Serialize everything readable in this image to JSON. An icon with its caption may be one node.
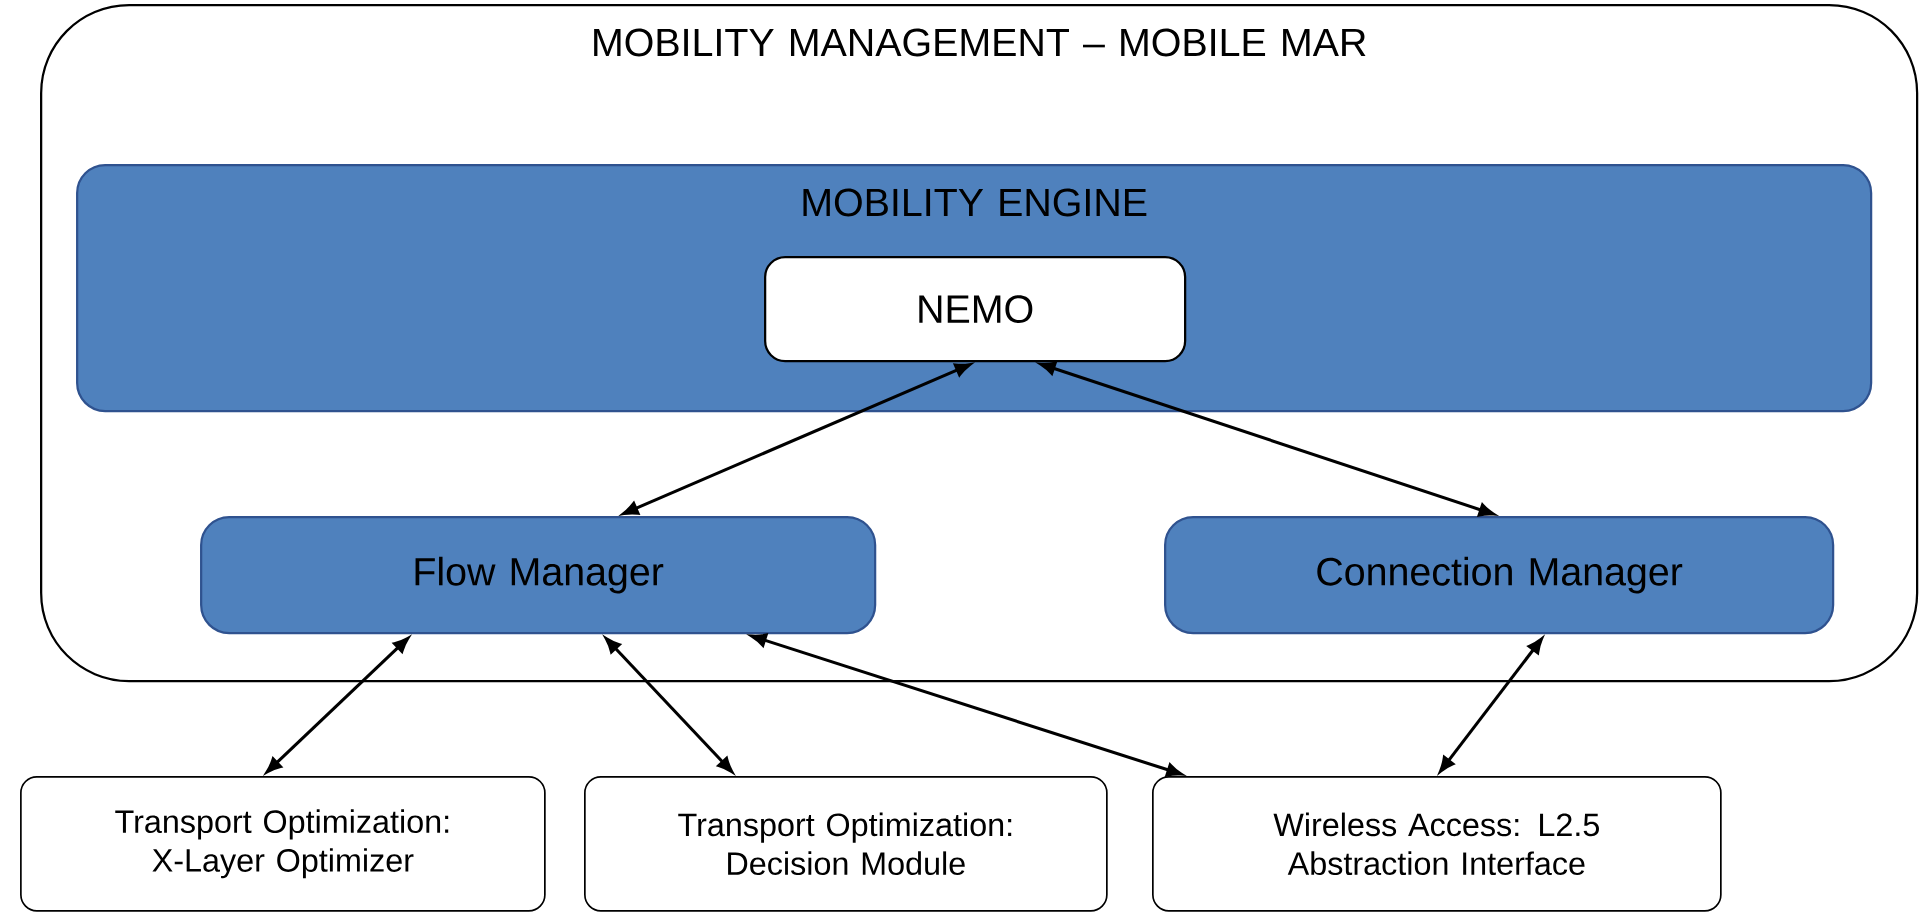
{
  "diagram": {
    "nodes": [
      {
        "text": [
          "MOBILITY MANAGEMENT – MOBILE MAR"
        ]
      },
      {
        "text": [
          "MOBILITY ENGINE"
        ],
        "in": 0
      },
      {
        "text": [
          "NEMO"
        ],
        "in": 1
      },
      {
        "text": [
          "Flow Manager"
        ],
        "in": 0
      },
      {
        "text": [
          "Connection Manager"
        ],
        "in": 0
      },
      {
        "text": [
          "Transport Optimization: X-Layer Optimizer"
        ]
      },
      {
        "text": [
          "Transport Optimization: Decision Module"
        ]
      },
      {
        "text": [
          "Wireless Access: L2.5 Abstraction Interface"
        ]
      }
    ],
    "edges": [
      {
        "from": 2,
        "to": 3,
        "arrow": "both"
      },
      {
        "from": 2,
        "to": 4,
        "arrow": "both"
      },
      {
        "from": 3,
        "to": 5,
        "arrow": "both"
      },
      {
        "from": 3,
        "to": 6,
        "arrow": "both"
      },
      {
        "from": 3,
        "to": 7,
        "arrow": "both"
      },
      {
        "from": 4,
        "to": 7,
        "arrow": "both"
      }
    ]
  }
}
